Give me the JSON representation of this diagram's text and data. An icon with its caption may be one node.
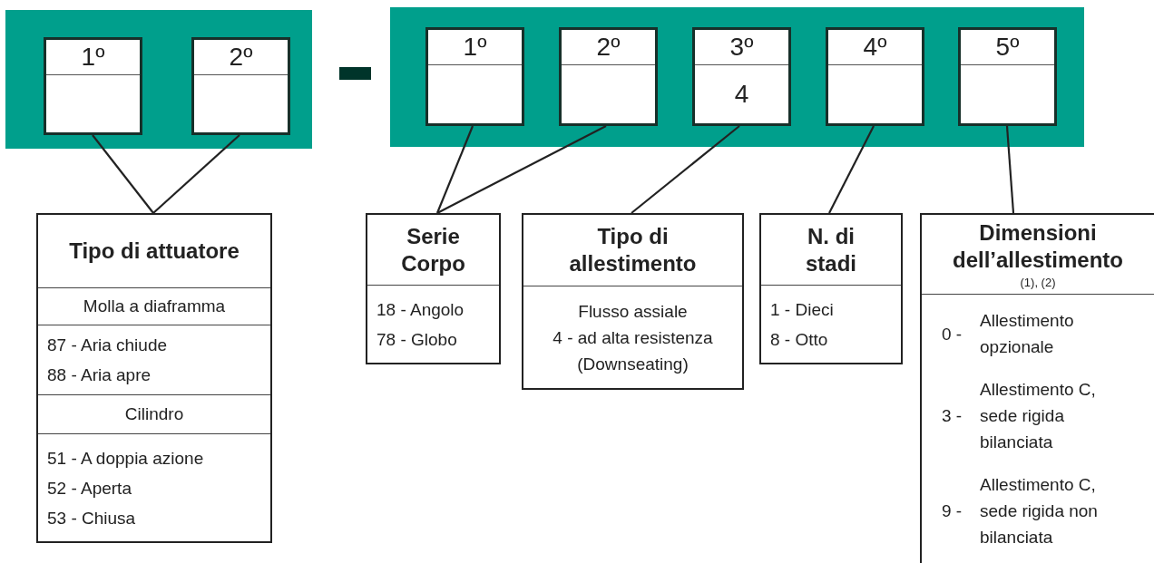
{
  "diagram": {
    "nodes": [
      {
        "text": [],
        "shape": "box"
      },
      {
        "text": [
          "1º"
        ],
        "in": 0
      },
      {
        "text": [
          "2º"
        ],
        "in": 0
      },
      {
        "text": [],
        "shape": "box"
      },
      {
        "text": [
          "1º"
        ],
        "in": 3
      },
      {
        "text": [
          "2º"
        ],
        "in": 3
      },
      {
        "text": [
          "3º",
          "4"
        ],
        "in": 3
      },
      {
        "text": [
          "4º"
        ],
        "in": 3
      },
      {
        "text": [
          "5º"
        ],
        "in": 3
      },
      {
        "text": [
          "Tipo di attuatore",
          "Molla a diaframma",
          "87 - Aria chiude",
          "88 - Aria apre",
          "Cilindro",
          "51 - A doppia azione",
          "52 - Aperta",
          "53 - Chiusa"
        ]
      },
      {
        "text": [
          "Serie Corpo",
          "18 - Angolo",
          "78 - Globo"
        ]
      },
      {
        "text": [
          "Tipo di allestimento",
          "Flusso assiale",
          "4 - ad alta resistenza (Downseating)"
        ]
      },
      {
        "text": [
          "N. di stadi",
          "1 - Dieci",
          "8 - Otto"
        ]
      },
      {
        "text": [
          "Dimensioni dell’allestimento",
          "(1), (2)",
          "0 -",
          "Allestimento opzionale",
          "3 -",
          "Allestimento C, sede rigida bilanciata",
          "9 -",
          "Allestimento C, sede rigida non bilanciata"
        ]
      }
    ],
    "edges": [
      {
        "from": 1,
        "to": 9,
        "arrow": "none"
      },
      {
        "from": 2,
        "to": 9,
        "arrow": "none"
      },
      {
        "from": 4,
        "to": 10,
        "arrow": "none"
      },
      {
        "from": 5,
        "to": 10,
        "arrow": "none"
      },
      {
        "from": 6,
        "to": 11,
        "arrow": "none"
      },
      {
        "from": 7,
        "to": 12,
        "arrow": "none"
      },
      {
        "from": 8,
        "to": 13,
        "arrow": "none"
      }
    ]
  }
}
